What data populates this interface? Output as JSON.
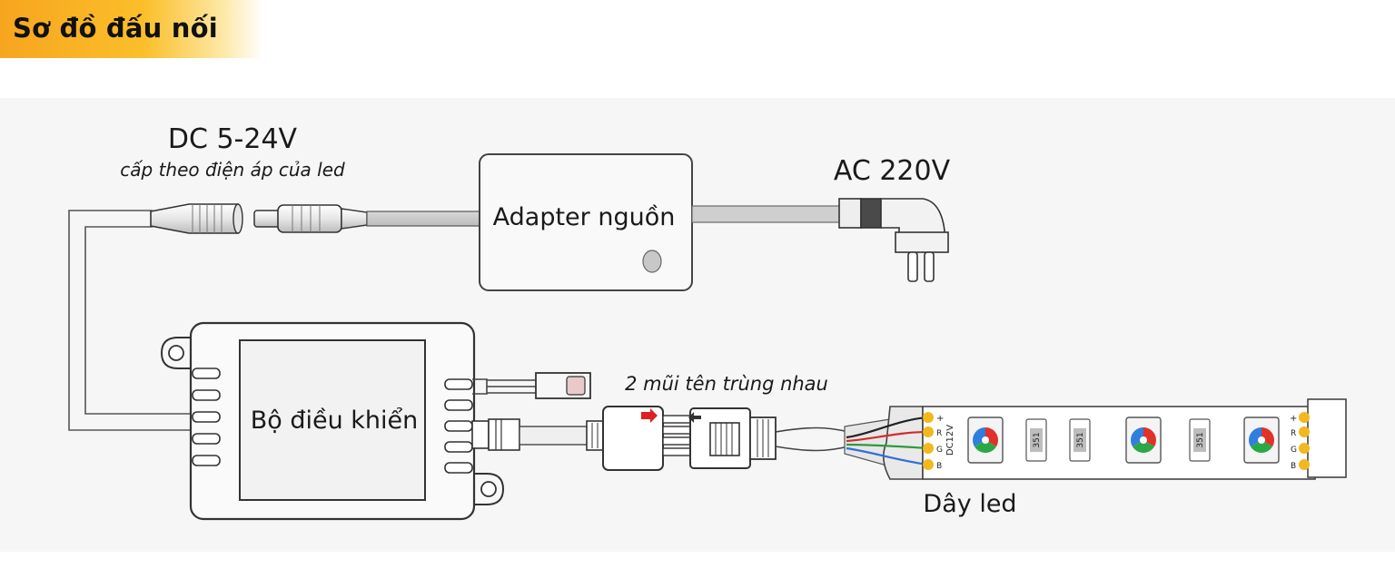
{
  "header": {
    "title": "Sơ đồ đấu nối"
  },
  "labels": {
    "dc_voltage": "DC 5-24V",
    "dc_note": "cấp theo điện áp của led",
    "adapter": "Adapter nguồn",
    "ac_voltage": "AC 220V",
    "controller": "Bộ điều khiển",
    "arrow_note": "2 mũi tên trùng nhau",
    "led_strip": "Dây led"
  },
  "strip": {
    "voltage_marking": "DC12V",
    "chip_marking": "351",
    "pins": [
      "+",
      "R",
      "G",
      "B"
    ]
  },
  "colors": {
    "header_accent": "#f7a51f",
    "arrow_red": "#e02020",
    "wire_red": "#d42b2b",
    "wire_green": "#2e9a3d",
    "wire_blue": "#2f6fd6",
    "wire_black": "#222222",
    "pad_gold": "#f2b81c"
  }
}
